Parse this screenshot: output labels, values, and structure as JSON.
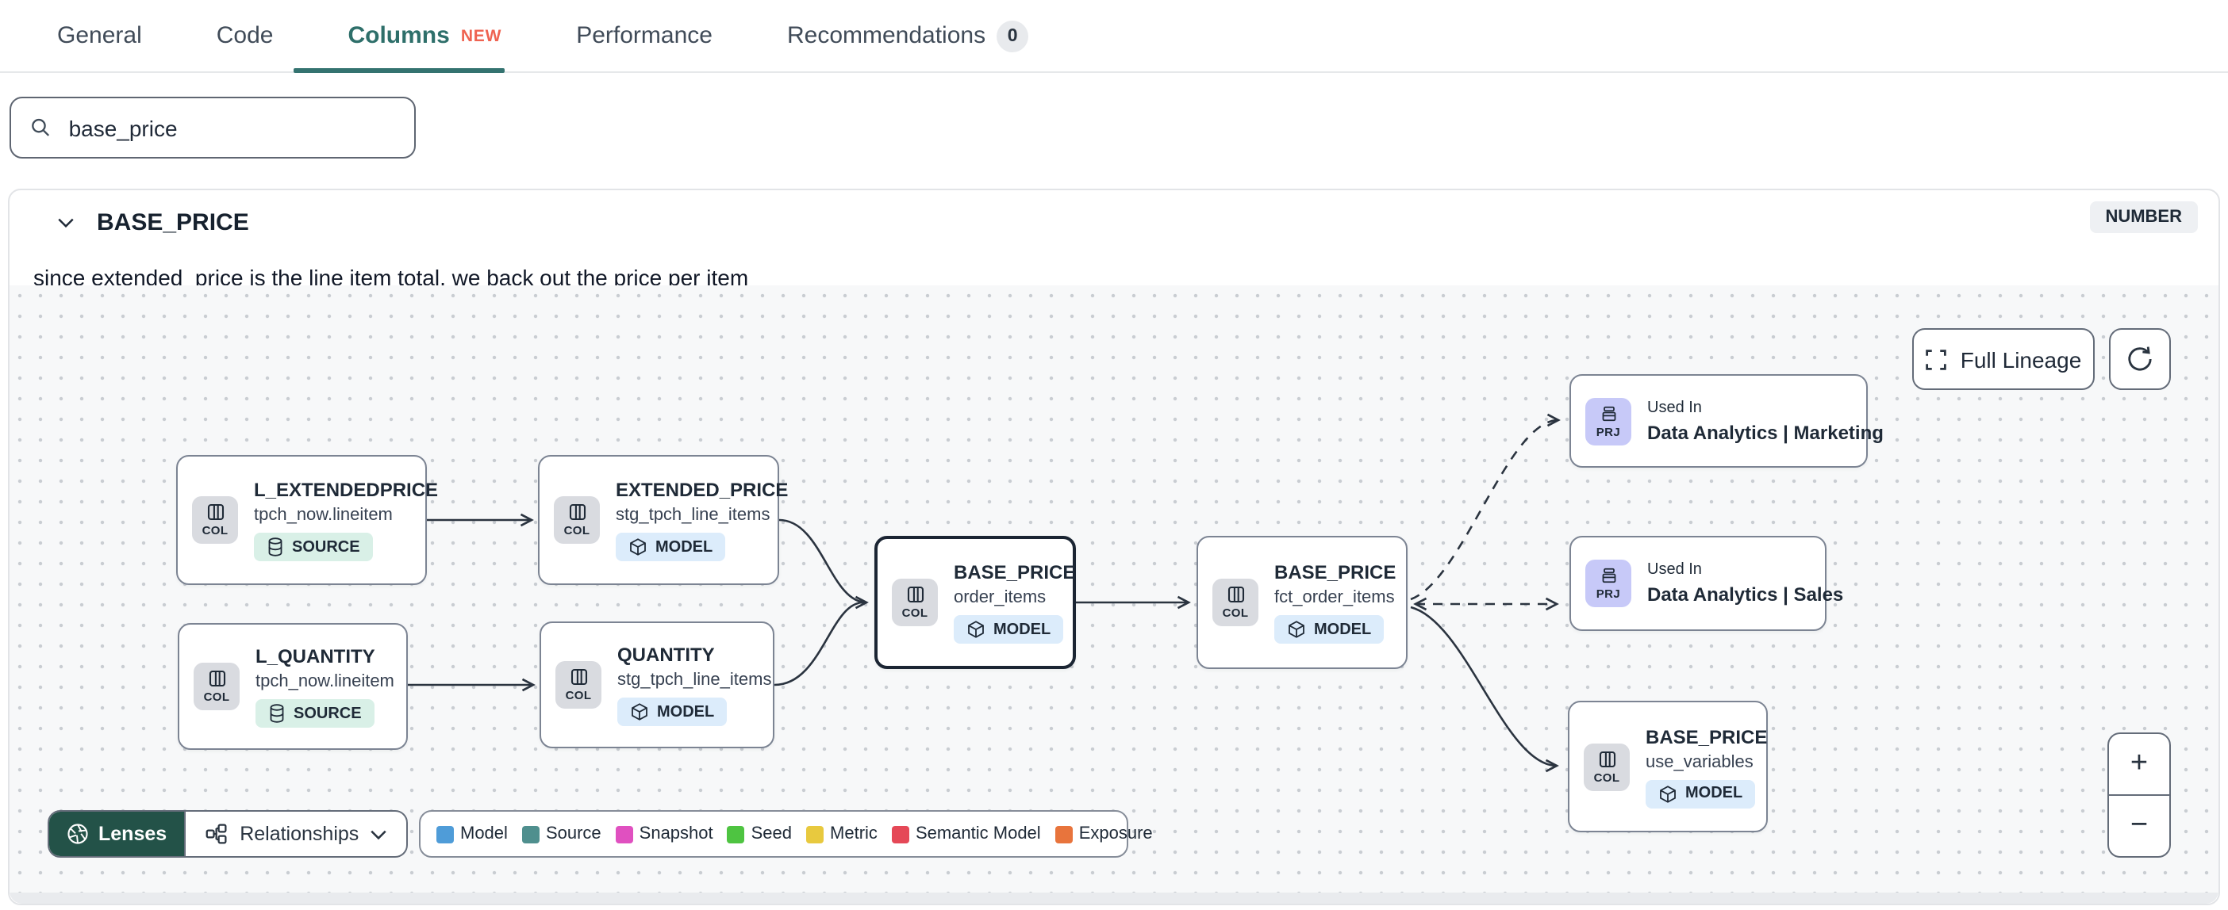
{
  "tabs": {
    "items": [
      {
        "label": "General"
      },
      {
        "label": "Code"
      },
      {
        "label": "Columns",
        "badge": "NEW"
      },
      {
        "label": "Performance"
      },
      {
        "label": "Recommendations",
        "count": "0"
      }
    ]
  },
  "search": {
    "value": "base_price"
  },
  "column_card": {
    "name": "BASE_PRICE",
    "data_type": "NUMBER",
    "description": "since extended_price is the line item total, we back out the price per item"
  },
  "lineage": {
    "full_lineage_label": "Full Lineage",
    "zoom_in_label": "+",
    "zoom_out_label": "−",
    "lenses_label": "Lenses",
    "relationships_label": "Relationships",
    "nodes": [
      {
        "kind": "COL",
        "title": "L_EXTENDEDPRICE",
        "subtitle": "tpch_now.lineitem",
        "badge": "SOURCE"
      },
      {
        "kind": "COL",
        "title": "EXTENDED_PRICE",
        "subtitle": "stg_tpch_line_items",
        "badge": "MODEL"
      },
      {
        "kind": "COL",
        "title": "L_QUANTITY",
        "subtitle": "tpch_now.lineitem",
        "badge": "SOURCE"
      },
      {
        "kind": "COL",
        "title": "QUANTITY",
        "subtitle": "stg_tpch_line_items",
        "badge": "MODEL"
      },
      {
        "kind": "COL",
        "title": "BASE_PRICE",
        "subtitle": "order_items",
        "badge": "MODEL"
      },
      {
        "kind": "COL",
        "title": "BASE_PRICE",
        "subtitle": "fct_order_items",
        "badge": "MODEL"
      },
      {
        "kind": "PRJ",
        "used_in": "Used In",
        "title": "Data Analytics | Marketing"
      },
      {
        "kind": "PRJ",
        "used_in": "Used In",
        "title": "Data Analytics | Sales"
      },
      {
        "kind": "COL",
        "title": "BASE_PRICE",
        "subtitle": "use_variables",
        "badge": "MODEL"
      }
    ],
    "legend": {
      "items": [
        {
          "label": "Model",
          "color": "#4f9cd8"
        },
        {
          "label": "Source",
          "color": "#4f8f8e"
        },
        {
          "label": "Snapshot",
          "color": "#e050c0"
        },
        {
          "label": "Seed",
          "color": "#4ec441"
        },
        {
          "label": "Metric",
          "color": "#e8c93e"
        },
        {
          "label": "Semantic Model",
          "color": "#e54857"
        },
        {
          "label": "Exposure",
          "color": "#e8743c"
        }
      ]
    }
  },
  "colors": {
    "accent_teal": "#2e6f6a",
    "tab_underline": "#347370",
    "new_badge_text": "#ef6351",
    "lenses_bg": "#235248",
    "source_badge_bg": "#d9f0e7",
    "model_badge_bg": "#dcecfb",
    "col_badge_bg": "#d9dbe0",
    "prj_badge_bg": "#c7c9f8",
    "edge": "#2b3440"
  }
}
